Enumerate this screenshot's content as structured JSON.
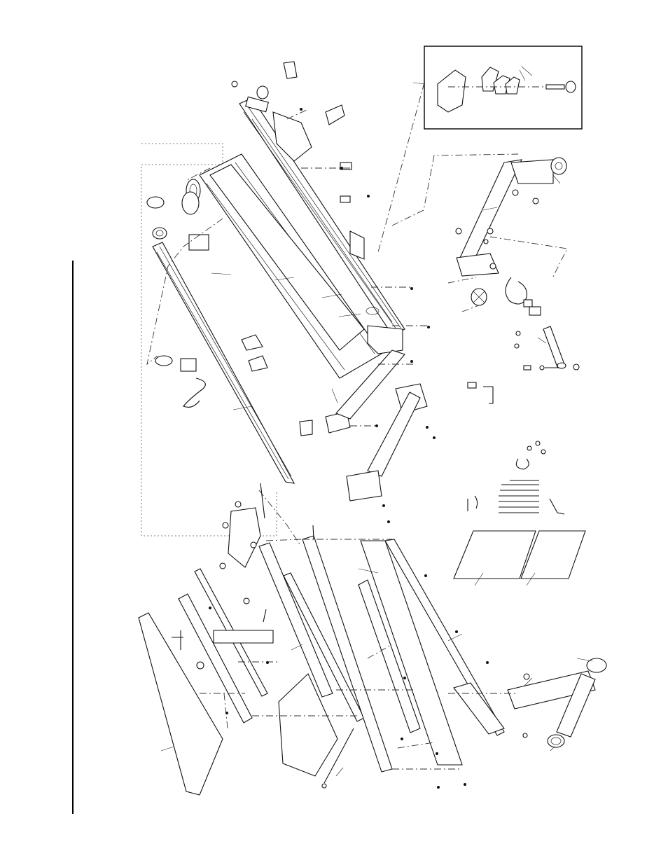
{
  "page": {
    "title": "",
    "has_text_labels": false
  },
  "diagram": {
    "kind": "exploded parts drawing",
    "stroke_color": "#111111",
    "background_color": "#ffffff",
    "groups": [
      {
        "name": "upper-frame-assembly"
      },
      {
        "name": "detail-inset"
      },
      {
        "name": "upright-and-console-arm"
      },
      {
        "name": "hardware-and-tools"
      },
      {
        "name": "base-frame-assembly"
      },
      {
        "name": "decals"
      }
    ]
  }
}
